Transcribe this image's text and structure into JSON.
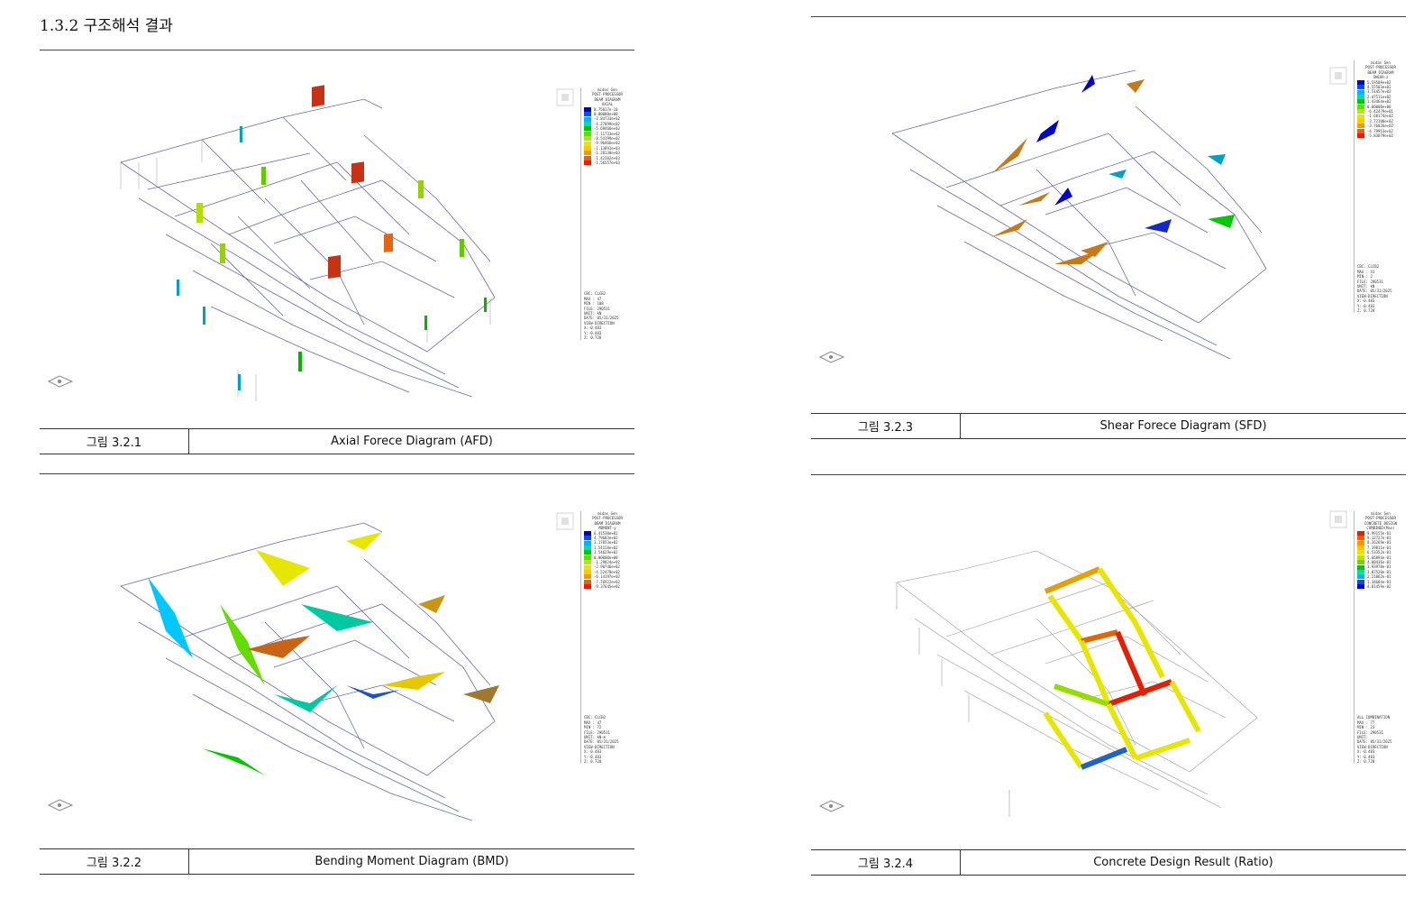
{
  "section": {
    "heading": "1.3.2 구조해석 결과"
  },
  "figures": [
    {
      "id": "afd",
      "number": "그림 3.2.1",
      "title": "Axial Forece Diagram (AFD)",
      "legend": {
        "header": [
          "midas Gen",
          "POST-PROCESSOR",
          "BEAM DIAGRAM",
          "AXIAL"
        ],
        "values": [
          "8.75017e-10",
          "0.00000e+00",
          "-2.84733e+02",
          "-4.27099e+02",
          "-5.69466e+02",
          "-7.11733e+02",
          "-8.54199e+02",
          "-9.96466e+02",
          "-1.13891e+03",
          "-1.28138e+03",
          "-1.42382e+03",
          "-1.56557e+03"
        ],
        "meta": [
          "CBC: CLCB2",
          "MAX : 47",
          "MIN : 108",
          "FILE: 290531",
          "UNIT: kN",
          "DATE: 05/31/2025",
          "VIEW-DIRECTION",
          "X:-0.483",
          "Y:-0.483",
          "Z: 0.728"
        ]
      }
    },
    {
      "id": "bmd",
      "number": "그림 3.2.2",
      "title": "Bending Moment Diagram (BMD)",
      "legend": {
        "header": [
          "midas Gen",
          "POST-PROCESSOR",
          "BEAM DIAGRAM",
          "MOMENT-y"
        ],
        "values": [
          "6.41530e+02",
          "4.79603e+02",
          "3.17053e+02",
          "1.54158e+02",
          "1.54629e+02",
          "0.00000e+00",
          "-1.29024e+02",
          "-2.90746e+02",
          "-4.52478e+02",
          "-6.14197e+02",
          "-7.76922e+02",
          "-9.37645e+02"
        ],
        "meta": [
          "CBC: CLCB2",
          "MAX : 47",
          "MIN : 72",
          "FILE: 290531",
          "UNIT: kN·m",
          "DATE: 05/31/2025",
          "VIEW-DIRECTION",
          "X:-0.483",
          "Y:-0.483",
          "Z: 0.728"
        ]
      }
    },
    {
      "id": "sfd",
      "number": "그림 3.2.3",
      "title": "Shear Forece Diagram (SFD)",
      "legend": {
        "header": [
          "midas Gen",
          "POST-PROCESSOR",
          "BEAM DIAGRAM",
          "SHEAR-z"
        ],
        "values": [
          "5.59509e+02",
          "4.55503e+02",
          "3.51457e+02",
          "2.47511e+02",
          "1.43464e+02",
          "0.00000e+00",
          "-6.42479e+01",
          "-1.68174e+02",
          "-2.72100e+02",
          "-3.76026e+02",
          "-4.79953e+02",
          "-5.83879e+02"
        ],
        "meta": [
          "CBC: CLCB2",
          "MAX : 41",
          "MIN : 2",
          "FILE: 290531",
          "UNIT: kN",
          "DATE: 05/31/2025",
          "VIEW-DIRECTION",
          "X:-0.483",
          "Y:-0.483",
          "Z: 0.728"
        ]
      }
    },
    {
      "id": "ratio",
      "number": "그림 3.2.4",
      "title": "Concrete Design Result (Ratio)",
      "legend": {
        "header": [
          "midas Gen",
          "POST-PROCESSOR",
          "CONCRETE DESIGN",
          "COMBINED(Max)"
        ],
        "values": [
          "9.99155e-01",
          "9.12727e-01",
          "8.26269e-01",
          "7.39811e-01",
          "6.53352e-01",
          "5.66894e-01",
          "4.80436e-01",
          "3.93978e-01",
          "3.07520e-01",
          "2.21062e-01",
          "1.34604e-01",
          "4.81459e-02"
        ],
        "meta": [
          "ALL COMBINATION",
          "MAX : 77",
          "MIN : 23",
          "FILE: 290531",
          "UNIT:",
          "DATE: 05/31/2025",
          "VIEW-DIRECTION",
          "X:-0.483",
          "Y:-0.483",
          "Z: 0.728"
        ]
      }
    }
  ],
  "colors": {
    "scale": [
      "#0000c8",
      "#0050ff",
      "#00b4ff",
      "#00e0a0",
      "#00c800",
      "#64dc00",
      "#b4e600",
      "#e6e600",
      "#ffc800",
      "#ff9600",
      "#ff5a00",
      "#e61e00"
    ]
  }
}
